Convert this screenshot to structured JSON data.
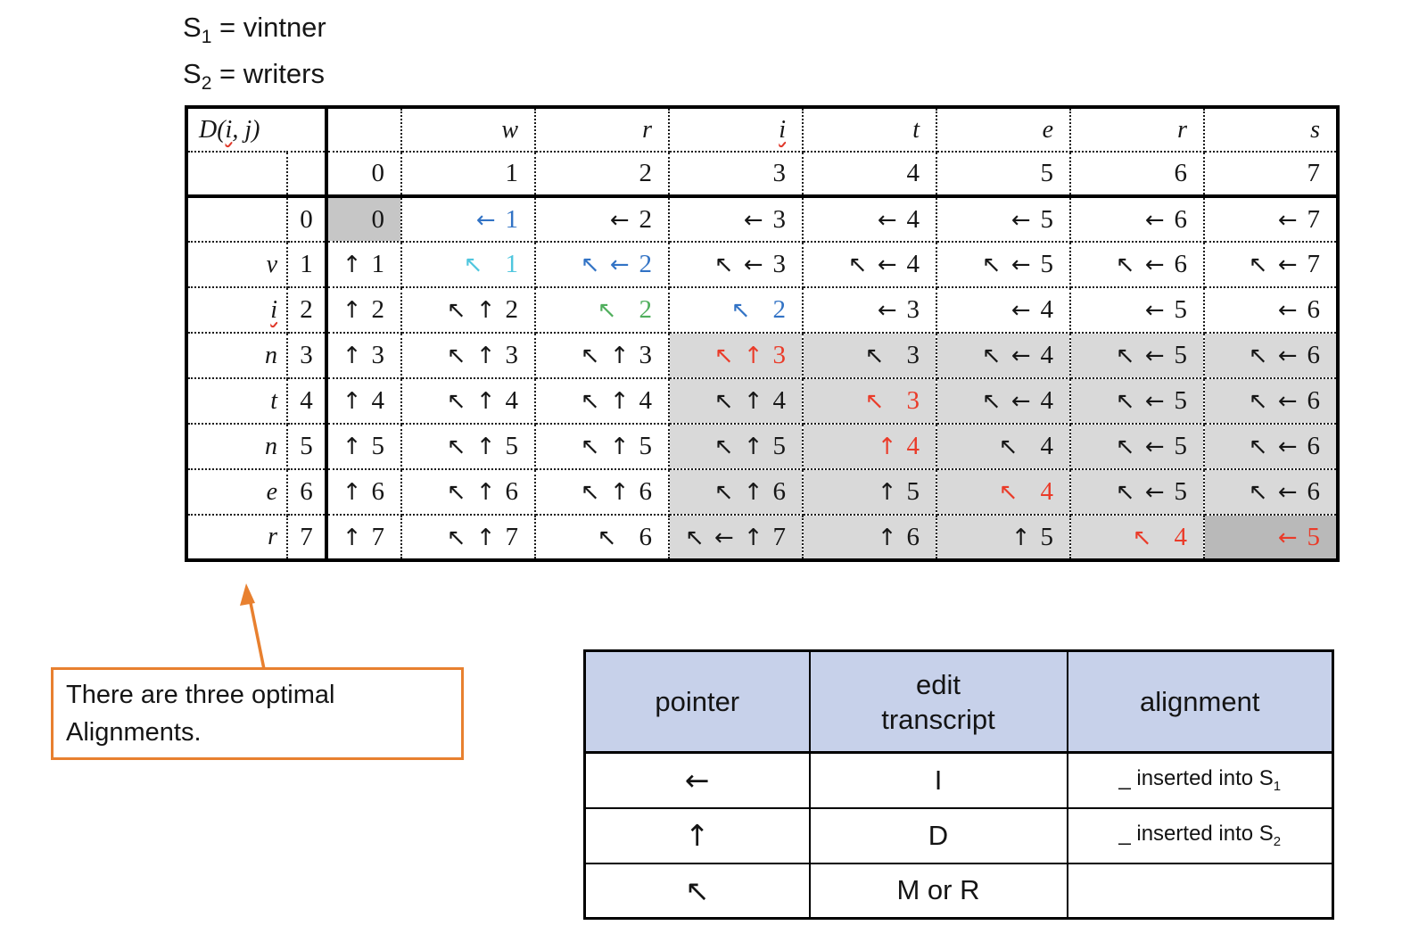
{
  "page": {
    "background": "#ffffff"
  },
  "sequences": [
    {
      "base": "S",
      "sub": "1",
      "text": " = vintner"
    },
    {
      "base": "S",
      "sub": "2",
      "text": " = writers"
    }
  ],
  "dp_table": {
    "corner_label": {
      "pre": "D(",
      "squiggle_letter": "i",
      "post": ", j)"
    },
    "col_letters": [
      "",
      "w",
      "r",
      "i",
      "t",
      "e",
      "r",
      "s"
    ],
    "col_letter_squiggle_index": 3,
    "col_indices": [
      "0",
      "1",
      "2",
      "3",
      "4",
      "5",
      "6",
      "7"
    ],
    "row_labels": [
      "",
      "v",
      "i",
      "n",
      "t",
      "n",
      "e",
      "r"
    ],
    "row_label_squiggle_index": 2,
    "row_indices": [
      "0",
      "1",
      "2",
      "3",
      "4",
      "5",
      "6",
      "7"
    ],
    "colors": {
      "blue": "#3273c5",
      "cyan": "#4fc6de",
      "green": "#4fae5c",
      "red": "#ea3b29",
      "cell_light_gray": "#d9d9d9",
      "cell_mid_gray": "#c6c6c6",
      "cell_dark_gray": "#b9b9b9"
    },
    "cells": [
      [
        {
          "t": "0",
          "bg": "mid"
        },
        {
          "t": "← 1",
          "c": "blue"
        },
        {
          "t": "← 2"
        },
        {
          "t": "← 3"
        },
        {
          "t": "← 4"
        },
        {
          "t": "← 5"
        },
        {
          "t": "← 6"
        },
        {
          "t": "← 7"
        }
      ],
      [
        {
          "t": "↑ 1"
        },
        {
          "t": "↖  1",
          "c": "cyan"
        },
        {
          "t": "↖ ← 2",
          "c": "blue"
        },
        {
          "t": "↖ ← 3"
        },
        {
          "t": "↖ ← 4"
        },
        {
          "t": "↖ ← 5"
        },
        {
          "t": "↖ ← 6"
        },
        {
          "t": "↖ ← 7"
        }
      ],
      [
        {
          "t": "↑ 2"
        },
        {
          "t": "↖ ↑ 2"
        },
        {
          "t": "↖  2",
          "c": "green"
        },
        {
          "t": "↖  2",
          "c": "blue"
        },
        {
          "t": "← 3"
        },
        {
          "t": "← 4"
        },
        {
          "t": "← 5"
        },
        {
          "t": "← 6"
        }
      ],
      [
        {
          "t": "↑ 3"
        },
        {
          "t": "↖ ↑ 3"
        },
        {
          "t": "↖ ↑ 3"
        },
        {
          "t": "↖ ↑ 3",
          "c": "red",
          "bg": "light"
        },
        {
          "t": "↖  3",
          "bg": "light"
        },
        {
          "t": "↖ ← 4",
          "bg": "light"
        },
        {
          "t": "↖ ← 5",
          "bg": "light"
        },
        {
          "t": "↖ ← 6",
          "bg": "light"
        }
      ],
      [
        {
          "t": "↑ 4"
        },
        {
          "t": "↖ ↑ 4"
        },
        {
          "t": "↖ ↑ 4"
        },
        {
          "t": "↖ ↑ 4",
          "bg": "light"
        },
        {
          "t": "↖  3",
          "c": "red",
          "bg": "light"
        },
        {
          "t": "↖ ← 4",
          "bg": "light"
        },
        {
          "t": "↖ ← 5",
          "bg": "light"
        },
        {
          "t": "↖ ← 6",
          "bg": "light"
        }
      ],
      [
        {
          "t": "↑ 5"
        },
        {
          "t": "↖ ↑ 5"
        },
        {
          "t": "↖ ↑ 5"
        },
        {
          "t": "↖ ↑ 5",
          "bg": "light"
        },
        {
          "t": "↑ 4",
          "c": "red",
          "bg": "light"
        },
        {
          "t": "↖  4",
          "bg": "light"
        },
        {
          "t": "↖ ← 5",
          "bg": "light"
        },
        {
          "t": "↖ ← 6",
          "bg": "light"
        }
      ],
      [
        {
          "t": "↑ 6"
        },
        {
          "t": "↖ ↑ 6"
        },
        {
          "t": "↖ ↑ 6"
        },
        {
          "t": "↖ ↑ 6",
          "bg": "light"
        },
        {
          "t": "↑ 5",
          "bg": "light"
        },
        {
          "t": "↖  4",
          "c": "red",
          "bg": "light"
        },
        {
          "t": "↖ ← 5",
          "bg": "light"
        },
        {
          "t": "↖ ← 6",
          "bg": "light"
        }
      ],
      [
        {
          "t": "↑ 7"
        },
        {
          "t": "↖ ↑ 7"
        },
        {
          "t": "↖  6"
        },
        {
          "t": "↖ ← ↑ 7",
          "bg": "light"
        },
        {
          "t": "↑ 6",
          "bg": "light"
        },
        {
          "t": "↑ 5",
          "bg": "light"
        },
        {
          "t": "↖  4",
          "c": "red",
          "bg": "light"
        },
        {
          "t": "← 5",
          "c": "red",
          "bg": "dark"
        }
      ]
    ]
  },
  "callout": {
    "text": "There are three optimal Alignments.",
    "border_color": "#e8802f",
    "arrow_color": "#e8802f"
  },
  "legend": {
    "headers": [
      "pointer",
      "edit\ntranscript",
      "alignment"
    ],
    "header_bg": "#c7d1ea",
    "rows": [
      {
        "pointer": "←",
        "transcript": "I",
        "alignment": {
          "pre": "_ inserted into S",
          "sub": "1"
        }
      },
      {
        "pointer": "↑",
        "transcript": "D",
        "alignment": {
          "pre": "_ inserted into S",
          "sub": "2"
        }
      },
      {
        "pointer": "↖",
        "transcript": "M or R",
        "alignment": null
      }
    ]
  }
}
